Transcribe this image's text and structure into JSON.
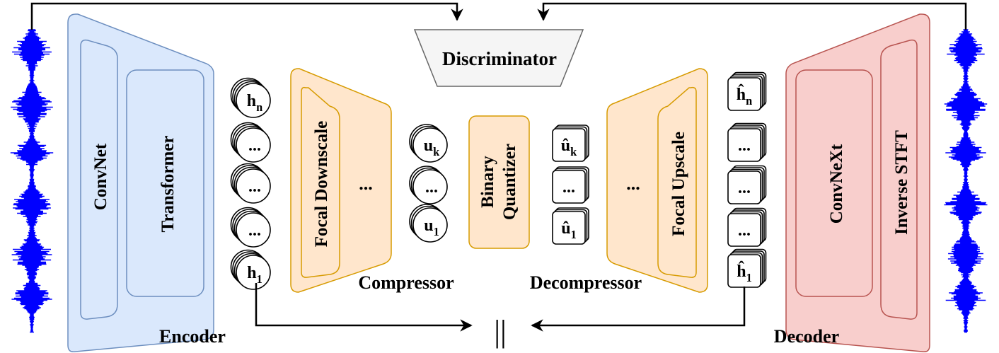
{
  "discriminator": {
    "label": "Discriminator"
  },
  "encoder": {
    "label": "Encoder",
    "convnet_label": "ConvNet",
    "transformer_label": "Transformer"
  },
  "compressor": {
    "label": "Compressor",
    "block_label": "Focal Downscale",
    "ellipsis": "..."
  },
  "quantizer": {
    "line1": "Binary",
    "line2": "Quantizer"
  },
  "decompressor": {
    "label": "Decompressor",
    "block_label": "Focal Upscale",
    "ellipsis": "..."
  },
  "decoder": {
    "label": "Decoder",
    "convnext_label": "ConvNeXt",
    "istft_label": "Inverse STFT"
  },
  "h_stack": {
    "top": "h",
    "top_sub": "n",
    "bottom": "h",
    "bottom_sub": "1",
    "ellipsis": "..."
  },
  "u_stack": {
    "top": "u",
    "top_sub": "k",
    "bottom": "u",
    "bottom_sub": "1",
    "ellipsis": "..."
  },
  "uhat_stack": {
    "top": "û",
    "top_sub": "k",
    "bottom": "û",
    "bottom_sub": "1",
    "ellipsis": "..."
  },
  "hhat_stack": {
    "top": "ĥ",
    "top_sub": "n",
    "bottom": "ĥ",
    "bottom_sub": "1",
    "ellipsis": "..."
  },
  "loss_symbol": "||",
  "colors": {
    "encoder_fill": "#dae8fc",
    "encoder_stroke": "#6c8ebf",
    "compressor_fill": "#ffe6cc",
    "compressor_stroke": "#d79b00",
    "decoder_fill": "#f8cecc",
    "decoder_stroke": "#b85450",
    "discriminator_fill": "#f5f5f5",
    "discriminator_stroke": "#666666",
    "waveform": "#0000ff"
  }
}
